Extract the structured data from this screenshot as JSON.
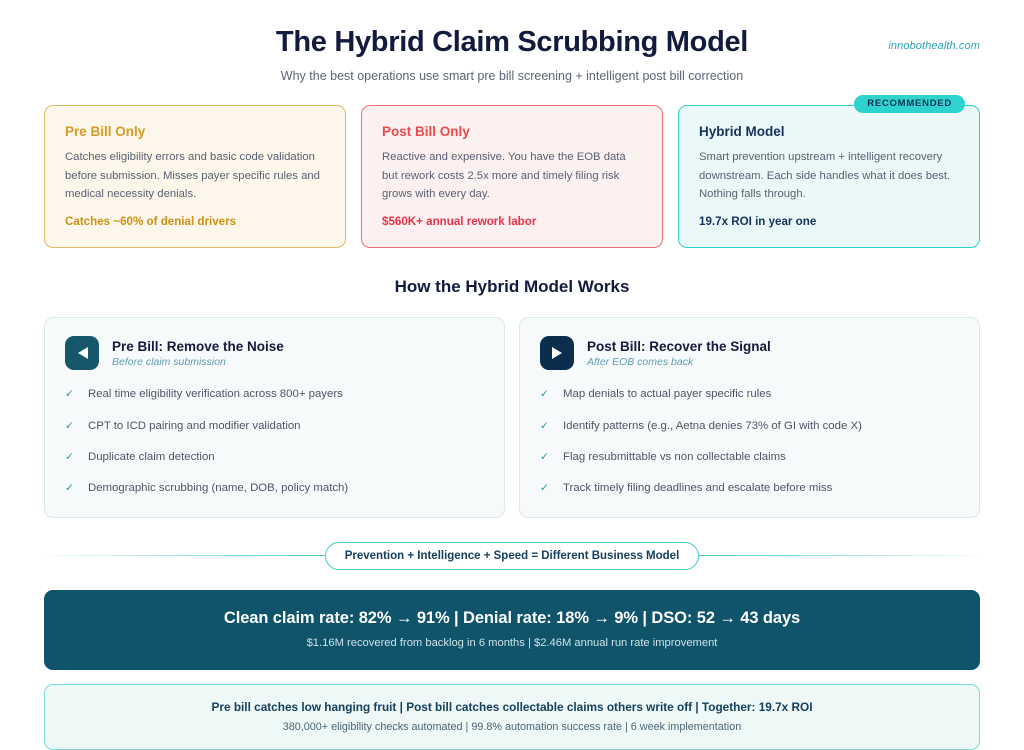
{
  "header": {
    "title": "The Hybrid Claim Scrubbing Model",
    "subtitle": "Why the best operations use smart pre bill screening + intelligent post bill correction",
    "brand": "innobothealth.com"
  },
  "colors": {
    "pre_accent": "#d79b22",
    "post_accent": "#ed4a4a",
    "hybrid_accent": "#2ed3cd",
    "navy": "#121a3e",
    "dark_band": "#0f546b",
    "teal_icon": "#16576b",
    "navy_icon": "#0c2e4e"
  },
  "comparison_cards": [
    {
      "heading": "Pre Bill Only",
      "body": "Catches eligibility errors and basic code validation before submission. Misses payer specific rules and medical necessity denials.",
      "stat": "Catches ~60% of denial drivers",
      "badge": null
    },
    {
      "heading": "Post Bill Only",
      "body": "Reactive and expensive. You have the EOB data but rework costs 2.5x more and timely filing risk grows with every day.",
      "stat": "$560K+ annual rework labor",
      "badge": null
    },
    {
      "heading": "Hybrid Model",
      "body": "Smart prevention upstream + intelligent recovery downstream. Each side handles what it does best. Nothing falls through.",
      "stat": "19.7x ROI in year one",
      "badge": "RECOMMENDED"
    }
  ],
  "section": {
    "heading": "How the Hybrid Model Works"
  },
  "panels": [
    {
      "icon": "triangle-left-icon",
      "title": "Pre Bill: Remove the Noise",
      "subtitle": "Before claim submission",
      "features": [
        "Real time eligibility verification across 800+ payers",
        "CPT to ICD pairing and modifier validation",
        "Duplicate claim detection",
        "Demographic scrubbing (name, DOB, policy match)"
      ]
    },
    {
      "icon": "triangle-right-icon",
      "title": "Post Bill: Recover the Signal",
      "subtitle": "After EOB comes back",
      "features": [
        "Map denials to actual payer specific rules",
        "Identify patterns (e.g., Aetna denies 73% of GI with code X)",
        "Flag resubmittable vs non collectable claims",
        "Track timely filing deadlines and escalate before miss"
      ]
    }
  ],
  "divider": {
    "pill": "Prevention + Intelligence + Speed = Different Business Model"
  },
  "results": {
    "main": "Clean claim rate: 82% → 91%   |   Denial rate: 18% → 9%   |   DSO: 52 → 43 days",
    "sub": "$1.16M recovered from backlog in 6 months   |   $2.46M annual run rate improvement"
  },
  "footer": {
    "main": "Pre bill catches low hanging fruit   |   Post bill catches collectable claims others write off   |   Together: 19.7x ROI",
    "sub": "380,000+ eligibility checks automated   |   99.8% automation success rate   |   6 week implementation"
  }
}
